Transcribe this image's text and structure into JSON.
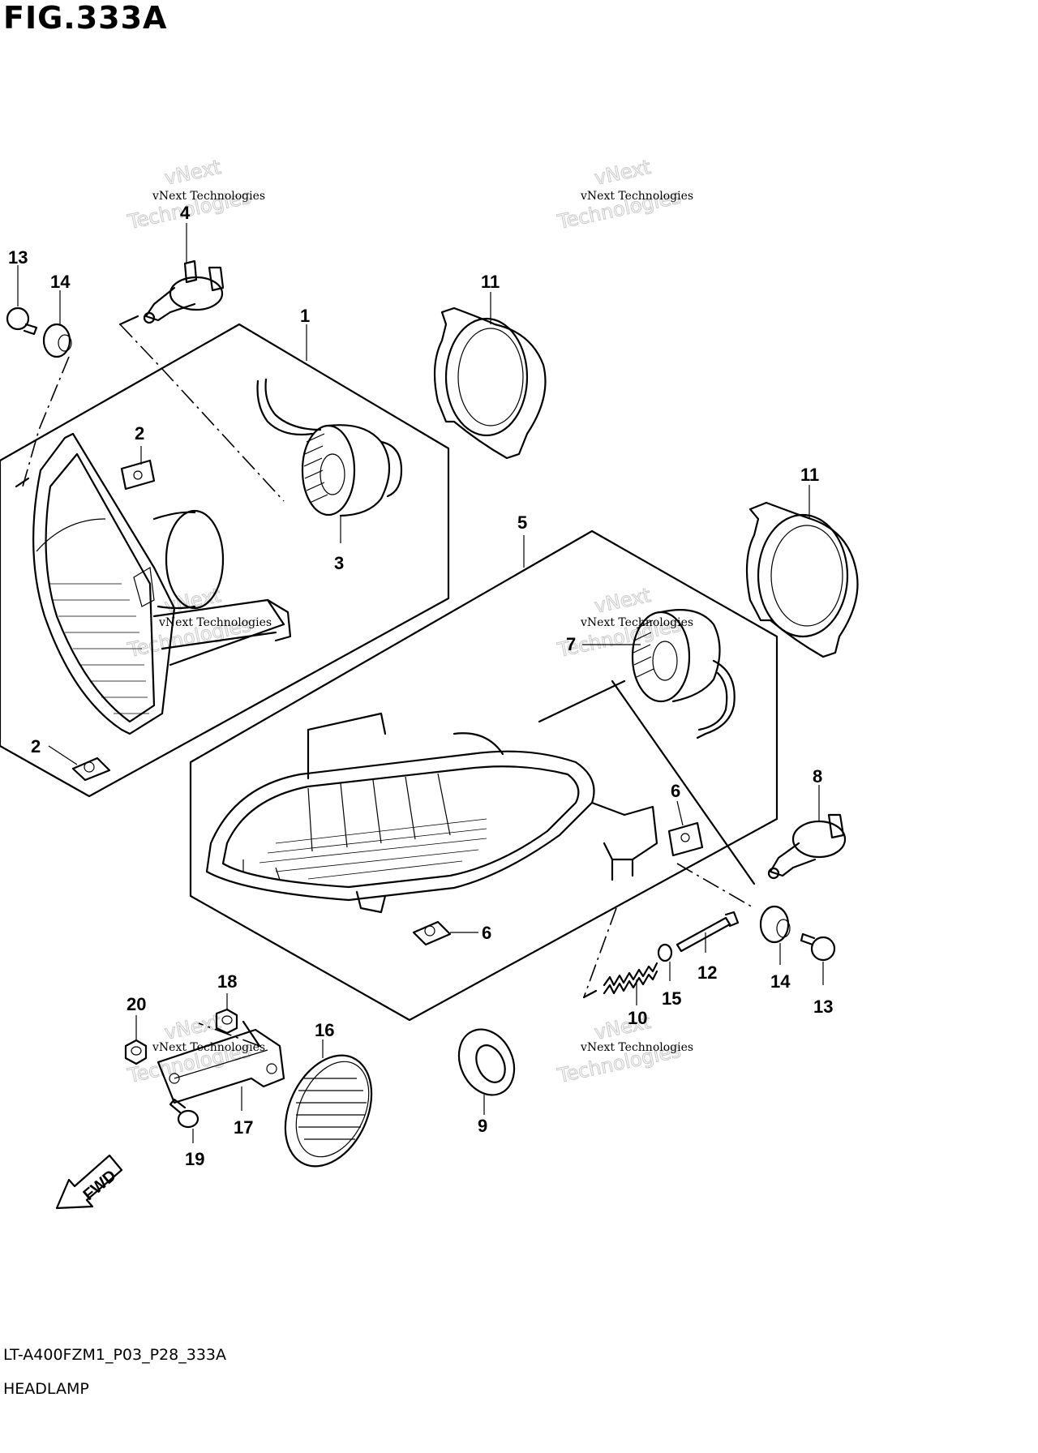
{
  "figure": {
    "title": "FIG.333A",
    "code": "LT-A400FZM1_P03_P28_333A",
    "name": "HEADLAMP"
  },
  "watermark": {
    "line1": "vNext Technologies",
    "line2": "Technologies",
    "line3": "vNext"
  },
  "fwd_label": "FWD",
  "callouts": [
    "1",
    "2",
    "2",
    "3",
    "4",
    "5",
    "6",
    "6",
    "7",
    "8",
    "9",
    "10",
    "11",
    "11",
    "12",
    "13",
    "13",
    "14",
    "14",
    "15",
    "16",
    "17",
    "18",
    "19",
    "20"
  ]
}
